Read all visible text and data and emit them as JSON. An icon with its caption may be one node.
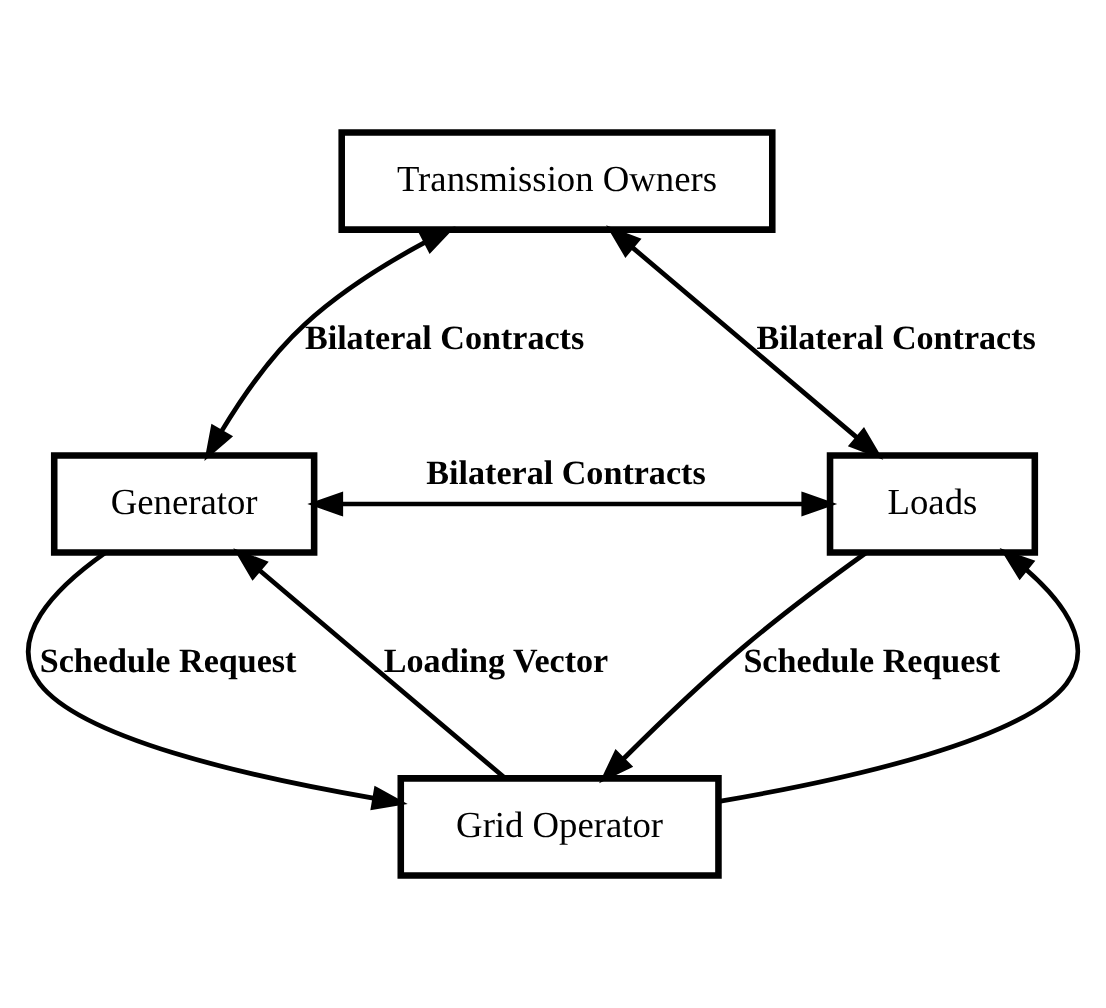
{
  "diagram": {
    "nodes": [
      {
        "text": [
          "Transmission Owners"
        ]
      },
      {
        "text": [
          "Generator"
        ]
      },
      {
        "text": [
          "Loads"
        ]
      },
      {
        "text": [
          "Grid Operator"
        ]
      }
    ],
    "edges": [
      {
        "from": 1,
        "to": 0,
        "arrow": "both",
        "label": "Bilateral Contracts"
      },
      {
        "from": 0,
        "to": 2,
        "arrow": "both",
        "label": "Bilateral Contracts"
      },
      {
        "from": 1,
        "to": 2,
        "arrow": "both",
        "label": "Bilateral Contracts"
      },
      {
        "from": 3,
        "to": 1,
        "arrow": "to",
        "label": "Loading Vector"
      },
      {
        "from": 3,
        "to": 2,
        "arrow": "to"
      },
      {
        "from": 1,
        "to": 3,
        "arrow": "to",
        "label": "Schedule Request"
      },
      {
        "from": 2,
        "to": 3,
        "arrow": "to",
        "label": "Schedule Request"
      }
    ]
  }
}
